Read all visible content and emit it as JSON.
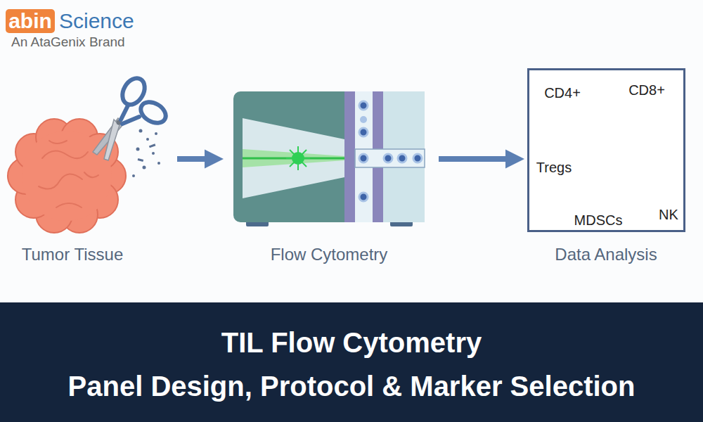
{
  "diagram": {
    "title": "TIL Flow Cytometry",
    "caption": "Panel Design, Protocol & Marker Selection",
    "nodes": [
      {
        "text": [
          "Tumor Tissue"
        ]
      },
      {
        "text": [
          "Flow Cytometry"
        ]
      },
      {
        "text": [
          "Data Analysis",
          "CD4+",
          "CD8+",
          "Tregs",
          "MDSCs",
          "NK"
        ]
      }
    ],
    "edges": [
      {
        "from": 0,
        "to": 1,
        "arrow": "to"
      },
      {
        "from": 1,
        "to": 2,
        "arrow": "to"
      }
    ],
    "labels": [
      "abin",
      "Science",
      "An AtaGenix Brand"
    ]
  }
}
